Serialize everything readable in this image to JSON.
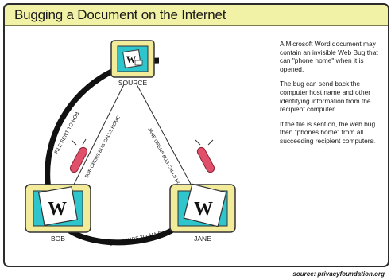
{
  "title": "Bugging a Document on the Internet",
  "description": [
    "A Microsoft Word document may contain an invisible Web Bug that can \"phone home\" when it is opened.",
    "The bug can send back the computer host name and other identifying information from the recipient computer.",
    "If the file is sent on, the web bug then \"phones home\" from all succeeding recipient computers."
  ],
  "nodes": {
    "source": "SOURCE",
    "bob": "BOB",
    "jane": "JANE"
  },
  "arrows": {
    "file_sent_to_bob": "FILE SENT TO BOB",
    "bob_sends_to_jane": "BOB SENDS TO JANE",
    "bob_opens_calls_home": "BOB OPENS BUG CALLS HOME",
    "jane_opens_calls_home": "JANE OPENS BUG CALLS HOME"
  },
  "word_glyph": "W",
  "credit": "source: privacyfoundation.org",
  "colors": {
    "title_bar": "#f2f2a6",
    "monitor_frame": "#f2eb9a",
    "monitor_screen": "#2ec6cc",
    "bug_red": "#e0506a"
  }
}
